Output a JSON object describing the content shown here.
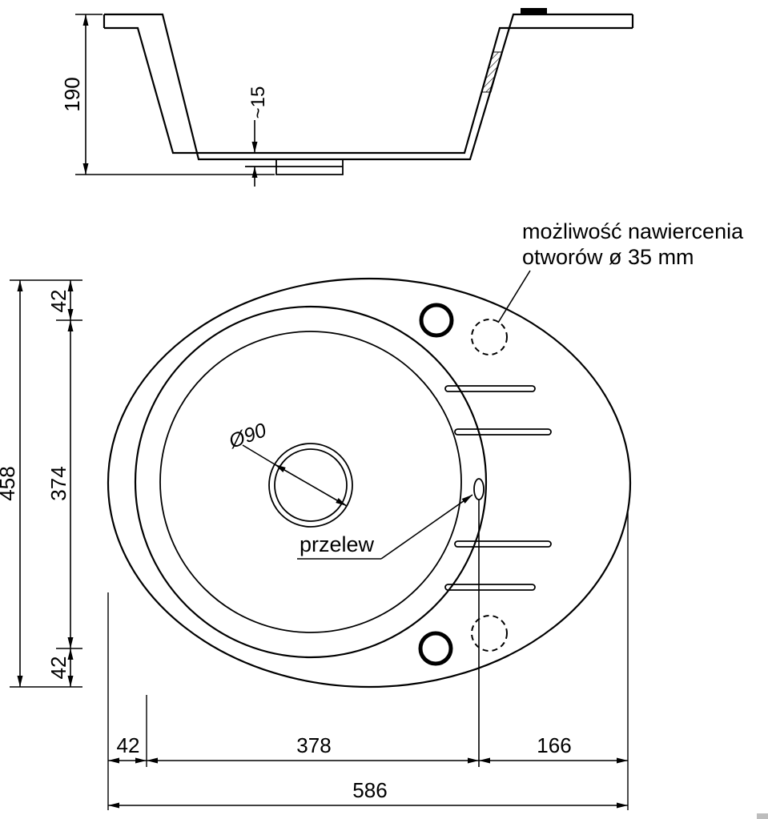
{
  "drawing": {
    "section": {
      "height": "190",
      "drain_depth": "~15"
    },
    "plan": {
      "drain_diameter": "Ø90",
      "overflow": "przelew",
      "note1": "możliwość nawiercenia",
      "note2": "otworów ø 35 mm"
    },
    "dims": {
      "overall_height": "458",
      "top_hole_offset": "42",
      "hole_spacing": "374",
      "bottom_hole_offset": "42",
      "left_offset": "42",
      "bowl_width": "378",
      "right_section": "166",
      "overall_width": "586"
    },
    "colors": {
      "line": "#000000",
      "background": "#ffffff"
    }
  }
}
